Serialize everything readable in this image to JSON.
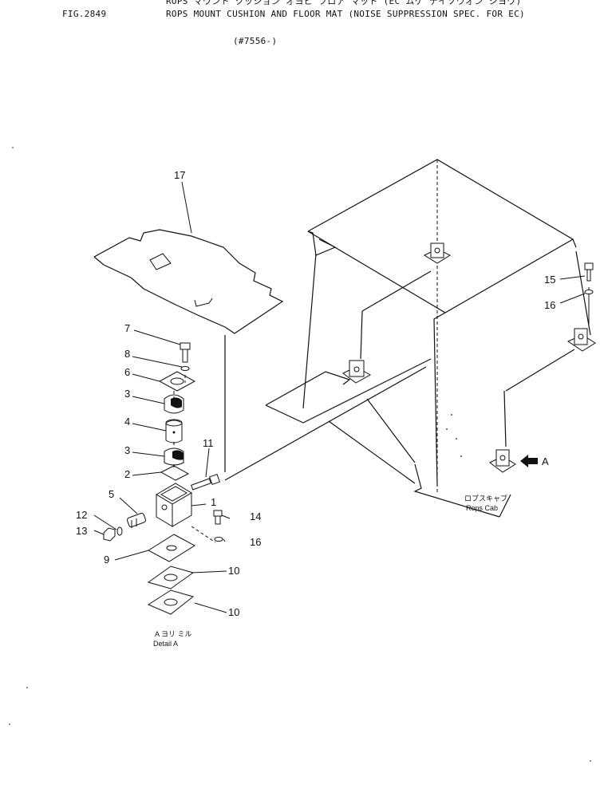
{
  "header": {
    "jp_title": "ROPS マウント クッション オヨビ フロア マット (EC ムケ テイソウオン シヨウ)",
    "fig": "FIG.2849",
    "title": "ROPS MOUNT CUSHION AND FLOOR MAT (NOISE SUPPRESSION SPEC. FOR EC)",
    "serial": "(#7556-)"
  },
  "labels": {
    "p1": "1",
    "p2": "2",
    "p3a": "3",
    "p3b": "3",
    "p4": "4",
    "p5": "5",
    "p6": "6",
    "p7": "7",
    "p8": "8",
    "p9": "9",
    "p10a": "10",
    "p10b": "10",
    "p11": "11",
    "p12": "12",
    "p13": "13",
    "p14": "14",
    "p15": "15",
    "p16a": "16",
    "p16b": "16",
    "p17": "17"
  },
  "view_marker": "A",
  "cab_label_jp": "ロプスキャブ",
  "cab_label": "Rops Cab",
  "detail_jp": "A ヨリ ミル",
  "detail_en": "Detail A"
}
